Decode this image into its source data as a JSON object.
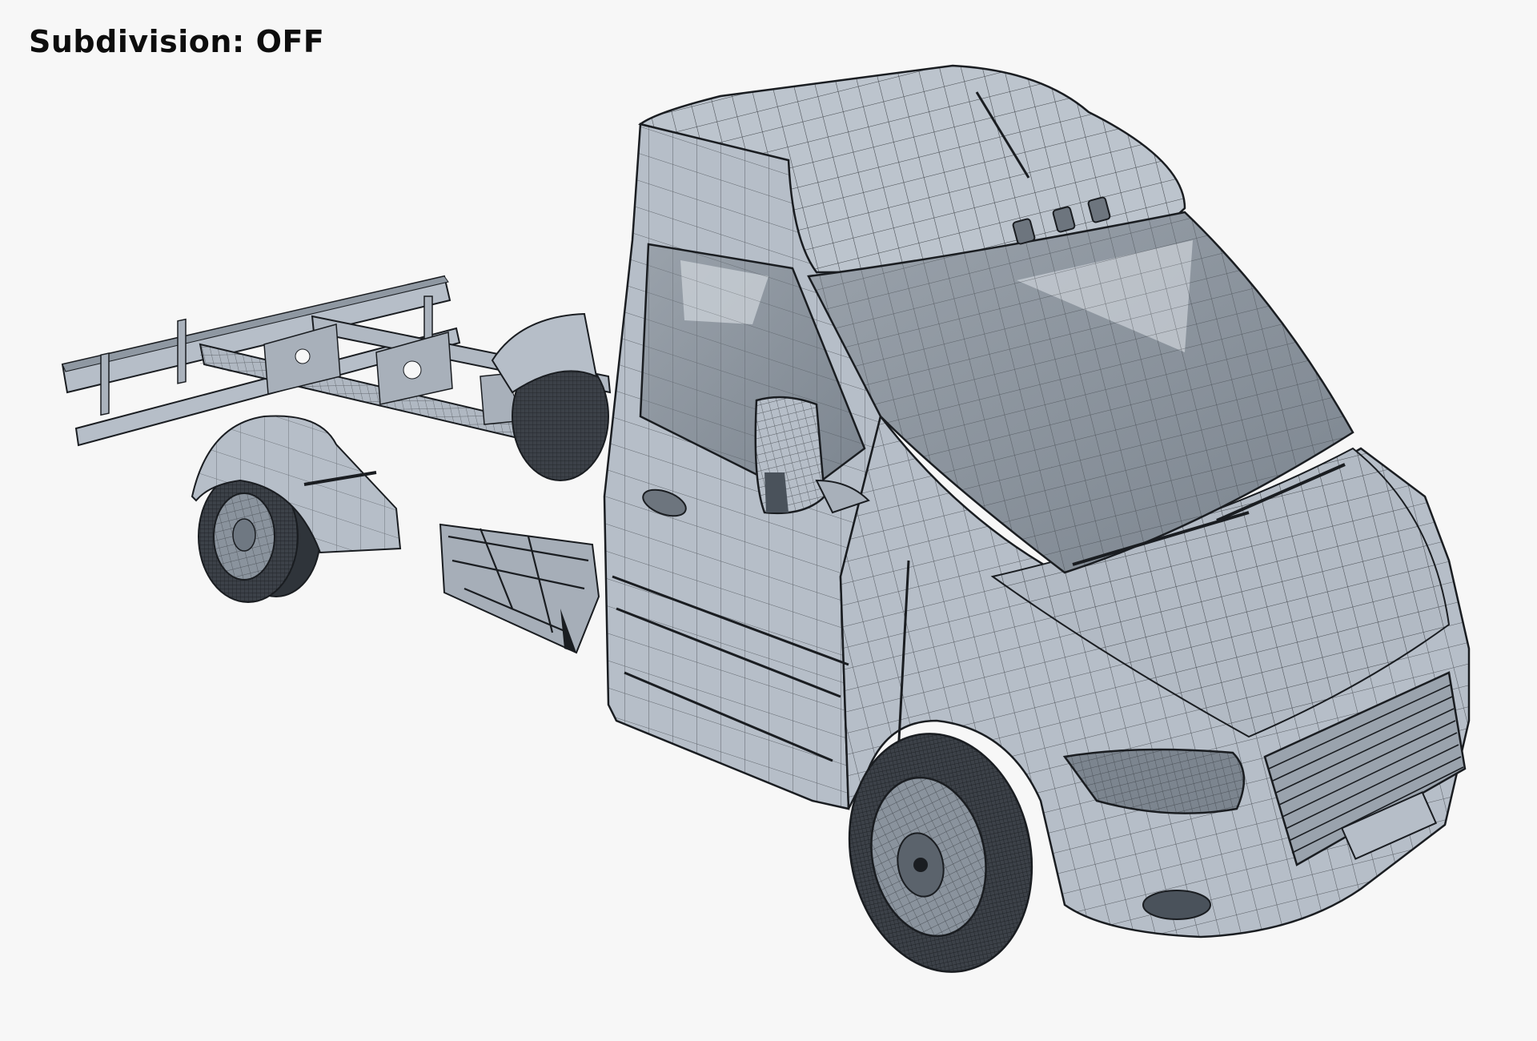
{
  "overlay": {
    "label_key": "Subdivision:",
    "label_value": "OFF"
  },
  "render": {
    "subject": "cab-chassis van 3D model",
    "shading": "wireframe-on-shaded",
    "colors": {
      "background": "#f7f7f7",
      "body": "#b6bec8",
      "body_shadow": "#9aa3ad",
      "glass": "#8b949e",
      "glass_light": "#c9cfd6",
      "wire": "#1a1d21",
      "tire": "#3c4148",
      "label": "#0d0d0d"
    }
  }
}
